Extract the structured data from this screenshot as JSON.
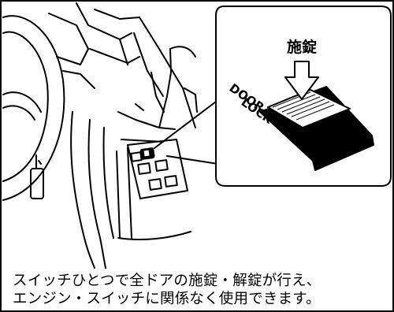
{
  "callout": {
    "lock_label": "施錠",
    "switch_text_line1": "DOOR",
    "switch_text_line2": "LOCK"
  },
  "caption": {
    "line1": "スイッチひとつで全ドアの施錠・解錠が行え、",
    "line2": "エンジン・スイッチに関係なく使用できます。"
  },
  "colors": {
    "ink": "#000000",
    "paper": "#ffffff"
  },
  "icons": {
    "press_arrow": "down-arrow-icon",
    "lock_switch": "door-lock-switch-icon"
  }
}
